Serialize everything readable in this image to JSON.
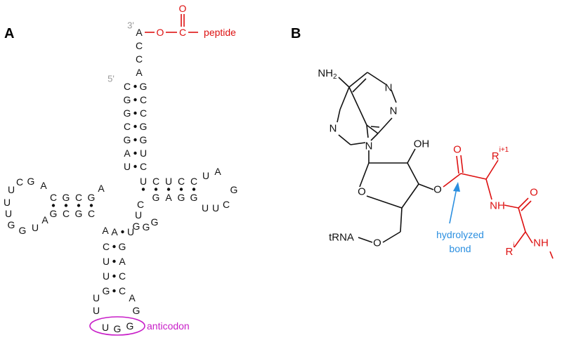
{
  "panels": {
    "a": "A",
    "b": "B"
  },
  "trna": {
    "prime3": "3'",
    "prime5": "5'",
    "ester_o": "O",
    "ester_c": "C",
    "carbonyl_o": "O",
    "peptide": "peptide",
    "anticodon_label": "anticodon",
    "nucleotides": {
      "acc": [
        "A",
        "C",
        "C",
        "A"
      ],
      "acc_left": [
        "C",
        "G",
        "G",
        "C",
        "G",
        "A",
        "U"
      ],
      "acc_right": [
        "G",
        "C",
        "C",
        "G",
        "G",
        "U",
        "C"
      ],
      "d_top": [
        "U",
        "C",
        "G",
        "A"
      ],
      "d_mid": [
        "C",
        "G",
        "C",
        "G"
      ],
      "d_bot": [
        "G",
        "C",
        "G",
        "C"
      ],
      "d_loop": [
        "U",
        "U",
        "G",
        "G",
        "U",
        "A"
      ],
      "junction": [
        "A",
        "A"
      ],
      "t_top": [
        "U",
        "C",
        "U",
        "C",
        "C"
      ],
      "t_bot": [
        "G",
        "A",
        "G",
        "G"
      ],
      "t_loop": [
        "U",
        "A",
        "G",
        "U",
        "U",
        "C"
      ],
      "var_loop": [
        "C",
        "U",
        "G",
        "G",
        "G"
      ],
      "ac_left": [
        "A",
        "C",
        "U",
        "U",
        "G"
      ],
      "ac_right": [
        "U",
        "G",
        "A",
        "C",
        "C"
      ],
      "ac_loop": [
        "U",
        "U",
        "A",
        "G",
        "U",
        "G",
        "G"
      ]
    }
  },
  "molecule": {
    "nh2": "NH",
    "nh2_sub": "2",
    "n1": "N",
    "n3": "N",
    "n7": "N",
    "n9": "N",
    "oh": "OH",
    "ring_o": "O",
    "ester_o": "O",
    "linker_o": "O",
    "trna": "tRNA",
    "carbonyl_o": "O",
    "r1": "R",
    "r1_sup": "i+1",
    "nh": "NH",
    "carbonyl_o2": "O",
    "r2": "R",
    "r2_sup": "i",
    "nh_end": "NH",
    "hydrolyzed_1": "hydrolyzed",
    "hydrolyzed_2": "bond"
  }
}
